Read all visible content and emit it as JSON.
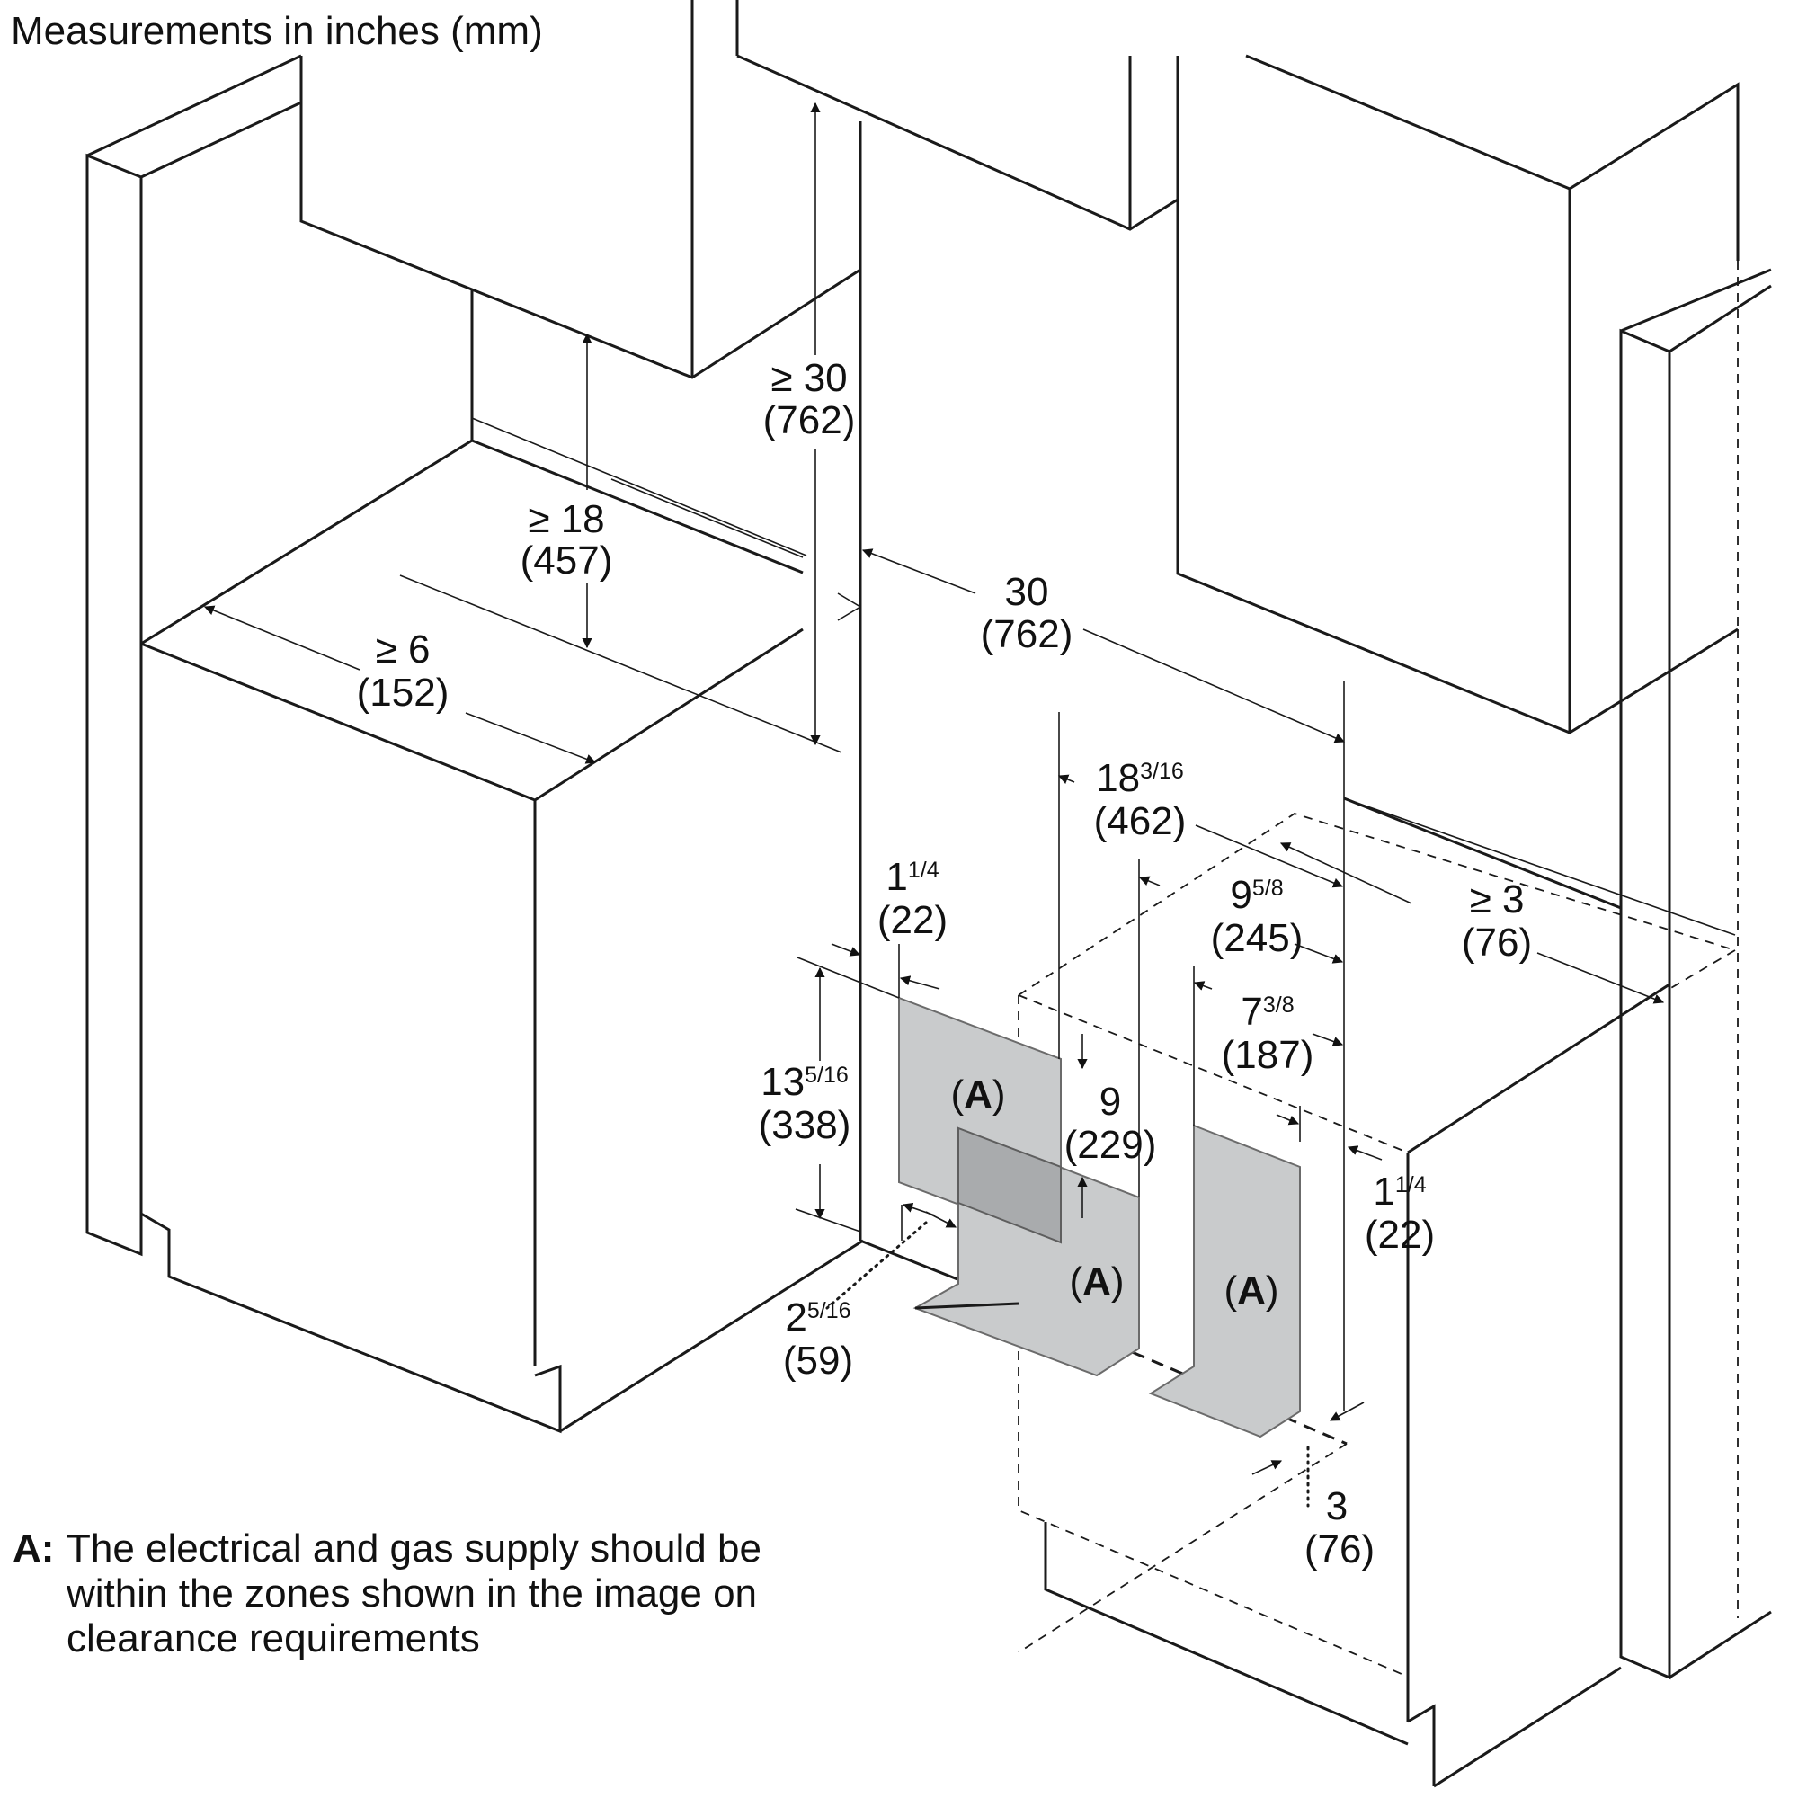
{
  "title": "Measurements in inches (mm)",
  "note": {
    "key": "A:",
    "text_lines": [
      "The electrical and gas supply should be",
      "within the zones shown in the image on",
      "clearance requirements"
    ]
  },
  "zone_label": "A",
  "dimensions": {
    "upper_clearance": {
      "in": "≥ 30",
      "mm": "(762)"
    },
    "side_height": {
      "in": "≥ 18",
      "mm": "(457)"
    },
    "side_depth": {
      "in": "≥ 6",
      "mm": "(152)"
    },
    "cutout_width": {
      "in": "30",
      "mm": "(762)"
    },
    "zone_width_large": {
      "in_whole": "18",
      "in_frac": "3/16",
      "mm": "(462)"
    },
    "zone_width_mid": {
      "in_whole": "9",
      "in_frac": "5/8",
      "mm": "(245)"
    },
    "zone_width_small": {
      "in_whole": "7",
      "in_frac": "3/8",
      "mm": "(187)"
    },
    "rear_clearance": {
      "in": "≥ 3",
      "mm": "(76)"
    },
    "left_offset": {
      "in_whole": "1",
      "in_frac": "1/4",
      "mm": "(22)"
    },
    "right_offset": {
      "in_whole": "1",
      "in_frac": "1/4",
      "mm": "(22)"
    },
    "zone_height": {
      "in_whole": "13",
      "in_frac": "5/16",
      "mm": "(338)"
    },
    "zone_gap": {
      "in": "9",
      "mm": "(229)"
    },
    "bottom_offset": {
      "in_whole": "2",
      "in_frac": "5/16",
      "mm": "(59)"
    },
    "floor_offset": {
      "in": "3",
      "mm": "(76)"
    }
  }
}
